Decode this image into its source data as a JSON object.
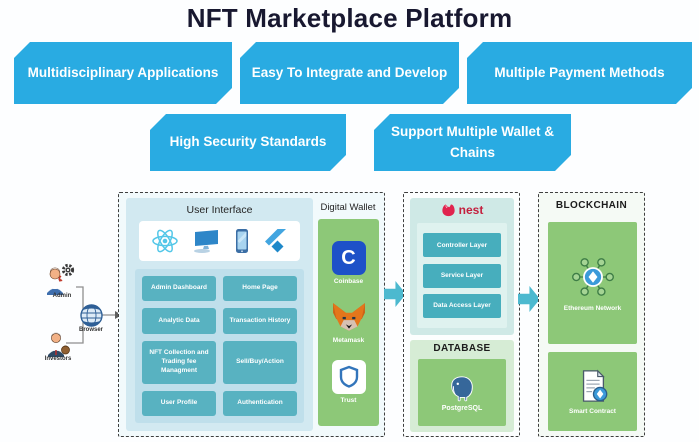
{
  "title": "NFT Marketplace Platform",
  "badges": [
    {
      "label": "Multidisciplinary Applications"
    },
    {
      "label": "Easy To Integrate and Develop"
    },
    {
      "label": "Multiple Payment Methods"
    },
    {
      "label": "High Security Standards"
    },
    {
      "label": "Support Multiple Wallet & Chains"
    }
  ],
  "actors": {
    "admin": "Admin",
    "investors": "Investors",
    "browser": "Browser"
  },
  "frontend": {
    "ui_title": "User Interface",
    "ui_icons": [
      "react-icon",
      "monitor-icon",
      "mobile-icon",
      "flutter-icon"
    ],
    "ui_buttons": [
      "Admin Dashboard",
      "Home Page",
      "Analytic Data",
      "Transaction History",
      "NFT Collection and Trading fee Managment",
      "Sell/Buy/Action",
      "User Profile",
      "Authentication"
    ],
    "wallet_title": "Digital Wallet",
    "wallets": [
      "Coinbase",
      "Metamask",
      "Trust"
    ],
    "coinbase_letter": "C"
  },
  "backend": {
    "logo_text": "nest",
    "layers": [
      "Controller Layer",
      "Service Layer",
      "Data Access Layer"
    ],
    "database_title": "DATABASE",
    "database_name": "PostgreSQL"
  },
  "blockchain": {
    "title": "BLOCKCHAIN",
    "items": [
      "Ethereum Network",
      "Smart Contract"
    ]
  },
  "colors": {
    "badge_blue": "#29abe2",
    "panel_green": "#8dc878",
    "teal_button": "#58b2c1",
    "arrow_teal": "#4cb9cf",
    "nest_red": "#e0234e",
    "coinbase_blue": "#1d51c8",
    "postgres_blue": "#36679a"
  }
}
